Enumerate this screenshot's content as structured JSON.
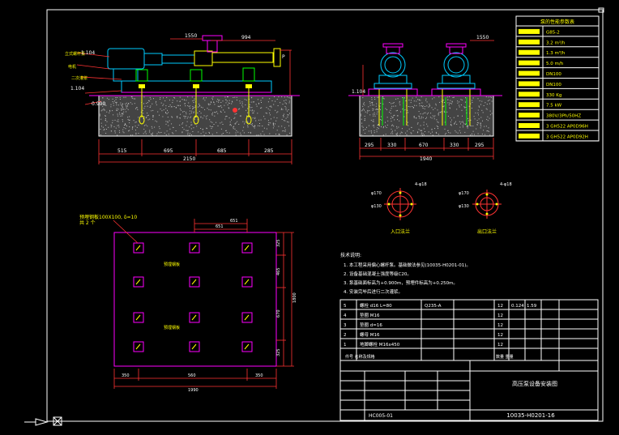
{
  "colors": {
    "background": "#000000",
    "frame": "#ffffff",
    "dimension": "#ff3333",
    "machine": "#00ccff",
    "structure": "#ff00ff",
    "foundation": "#ffffff",
    "anchor": "#ffff00",
    "hatch": "#00ff00",
    "text": "#ffffff"
  },
  "dims_side": {
    "seg1": "515",
    "seg2": "695",
    "seg3": "685",
    "seg4": "285",
    "total": "2150",
    "top_1": "1550",
    "top_2": "994"
  },
  "dims_end": {
    "seg1": "295",
    "seg2": "330",
    "seg3": "670",
    "seg4": "330",
    "seg5": "295",
    "total": "1940",
    "top": "1550"
  },
  "elev_marks": {
    "e1": "1.104",
    "e2": "1.104",
    "e3": "0.900",
    "e4": "1.104"
  },
  "plan_dims": {
    "bottom_1": "350",
    "bottom_2": "560",
    "bottom_3": "350",
    "total_bottom": "1990",
    "top_1": "651",
    "top_2": "651",
    "right_1": "325",
    "right_2": "465",
    "right_3": "670",
    "right_4": "325",
    "total_right": "1800"
  },
  "plan_labels": {
    "hole_spec": "预埋钢板100X100, δ=10",
    "count": "共 2 个"
  },
  "flanges": {
    "inlet": "入口法兰",
    "outlet": "出口法兰",
    "d1": "φ170",
    "d2": "φ130",
    "d3": "4-φ18"
  },
  "spec_table": {
    "title": "泵的性能参数表",
    "rows": [
      [
        "",
        "G85-2"
      ],
      [
        "",
        "3.2 m³/h"
      ],
      [
        "",
        "1.3 m³/h"
      ],
      [
        "",
        "5.0 m/h"
      ],
      [
        "",
        "DN100"
      ],
      [
        "",
        "DN100"
      ],
      [
        "",
        "330 Kg"
      ],
      [
        "",
        "7.5 kW"
      ],
      [
        "",
        "380V/3Ph/50HZ"
      ],
      [
        "",
        "3 GH522 AP0D96H"
      ],
      [
        "",
        "3 GH522 AP0D92H"
      ]
    ]
  },
  "notes": {
    "header": "技术说明:",
    "lines": [
      "1. 本工程采用偏心螺杆泵。基础做法参见(10035-H0201-01)。",
      "2. 设备基础混凝土强度等级C20。",
      "3. 泵基础面标高为+0.900m，预埋件标高为+0.250m。",
      "4. 安装完毕后进行二次灌浆。"
    ]
  },
  "bom": {
    "rows": [
      {
        "num": "5",
        "name": "螺栓 d16  L=80",
        "mat": "Q235-A",
        "qty": "12",
        "w1": "0.124",
        "w2": "1.59"
      },
      {
        "num": "4",
        "name": "垫圈   M16",
        "mat": "",
        "qty": "12",
        "w1": "",
        "w2": ""
      },
      {
        "num": "3",
        "name": "垫圈 d=16",
        "mat": "",
        "qty": "12",
        "w1": "",
        "w2": ""
      },
      {
        "num": "2",
        "name": "螺母   M16",
        "mat": "",
        "qty": "12",
        "w1": "",
        "w2": ""
      },
      {
        "num": "1",
        "name": "地脚螺栓  M16x450",
        "mat": "",
        "qty": "12",
        "w1": "",
        "w2": ""
      }
    ],
    "header": "件号  名称及规格",
    "header_right": "数量  重量"
  },
  "title_block": {
    "title": "高压泵设备安装图",
    "drawing_no": "10035-H0201-16",
    "ref_no": "HC005-01"
  }
}
